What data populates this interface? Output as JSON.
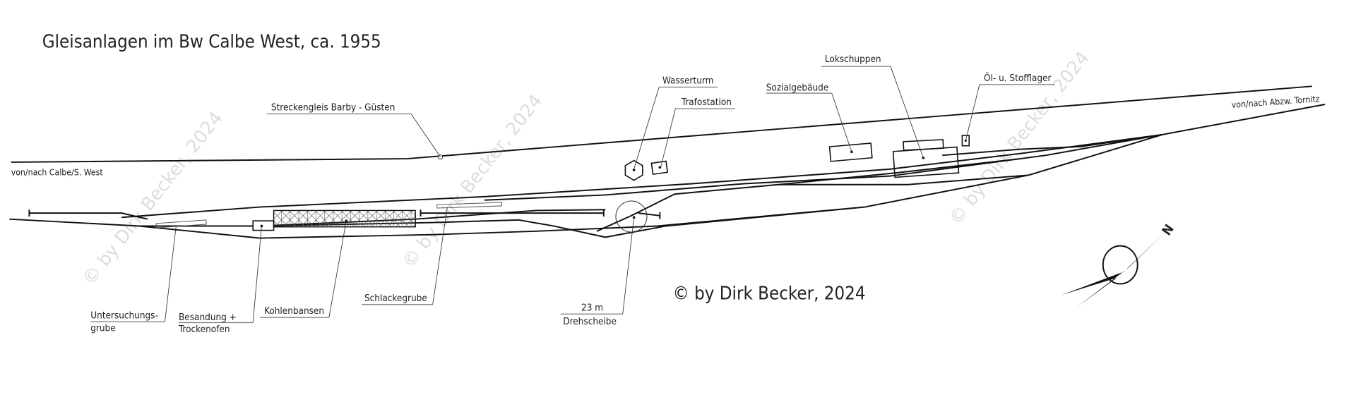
{
  "title": "Gleisanlagen im Bw Calbe West, ca. 1955",
  "copyright": "© by Dirk Becker, 2024",
  "watermark": "© by Dirk Becker, 2024",
  "directions": {
    "west": "von/nach Calbe/S. West",
    "east": "von/nach Abzw. Tornitz"
  },
  "labels": {
    "streckengleis": "Streckengleis Barby - Güsten",
    "wasserturm": "Wasserturm",
    "trafostation": "Trafostation",
    "sozialgebaeude": "Sozialgebäude",
    "lokschuppen": "Lokschuppen",
    "stofflager": "Öl- u. Stofflager",
    "untersuchung1": "Untersuchungs-",
    "untersuchung2": "grube",
    "besandung1": "Besandung +",
    "besandung2": "Trockenofen",
    "kohlenbansen": "Kohlenbansen",
    "schlackegrube": "Schlackegrube",
    "drehscheibe1": "23 m",
    "drehscheibe2": "Drehscheibe"
  },
  "compass": {
    "label": "N"
  }
}
